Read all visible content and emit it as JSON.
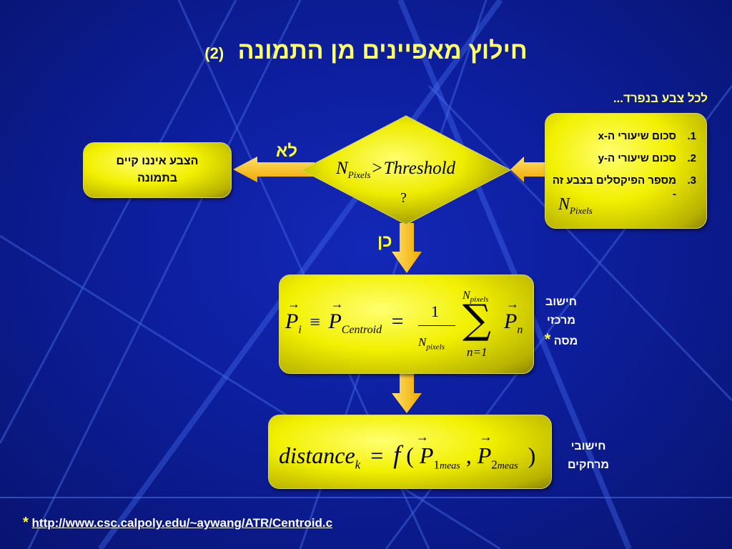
{
  "title": {
    "text": "חילוץ מאפיינים מן התמונה",
    "number": "(2)"
  },
  "subtitle": "לכל צבע בנפרד...",
  "features_box": {
    "items": [
      {
        "num": "1.",
        "text": "סכום שיעורי ה-x"
      },
      {
        "num": "2.",
        "text": "סכום שיעורי ה-y"
      },
      {
        "num": "3.",
        "text": "מספר הפיקסלים בצבע זה -"
      }
    ],
    "symbol": {
      "base": "N",
      "sub": "Pixels"
    }
  },
  "decision": {
    "lhs_base": "N",
    "lhs_sub": "Pixels",
    "op": ">",
    "rhs": "Threshold",
    "question": "?"
  },
  "no_label": "לא",
  "yes_label": "כן",
  "not_exist_box": {
    "line1": "הצבע איננו קיים",
    "line2": "בתמונה"
  },
  "centroid_formula": {
    "p_i": "P",
    "i": "i",
    "equiv": "≡",
    "p_c": "P",
    "c_sub": "Centroid",
    "eq": "=",
    "one": "1",
    "den_base": "N",
    "den_sub": "pixels",
    "sigma": "∑",
    "upper_base": "N",
    "upper_sub": "pixels",
    "lower": "n=1",
    "p_n": "P",
    "n": "n"
  },
  "centroid_label": {
    "line1": "חישוב",
    "line2": "מרכזי",
    "line3": "מסה",
    "star": "*"
  },
  "distance_formula": {
    "lhs": "distance",
    "k": "k",
    "eq": "=",
    "f": "f",
    "open": "(",
    "p1": "P",
    "one": "1",
    "meas1": "meas",
    "comma": ",",
    "p2": "P",
    "two": "2",
    "meas2": "meas",
    "close": ")"
  },
  "distance_label": {
    "line1": "חישובי",
    "line2": "מרחקים"
  },
  "footnote": {
    "star": "*",
    "url": "http://www.csc.calpoly.edu/~aywang/ATR/Centroid.c"
  },
  "colors": {
    "accent": "#ffff33",
    "box": "#f2f000",
    "arrow": "#ffcc00",
    "background": "#0d1e9c"
  }
}
